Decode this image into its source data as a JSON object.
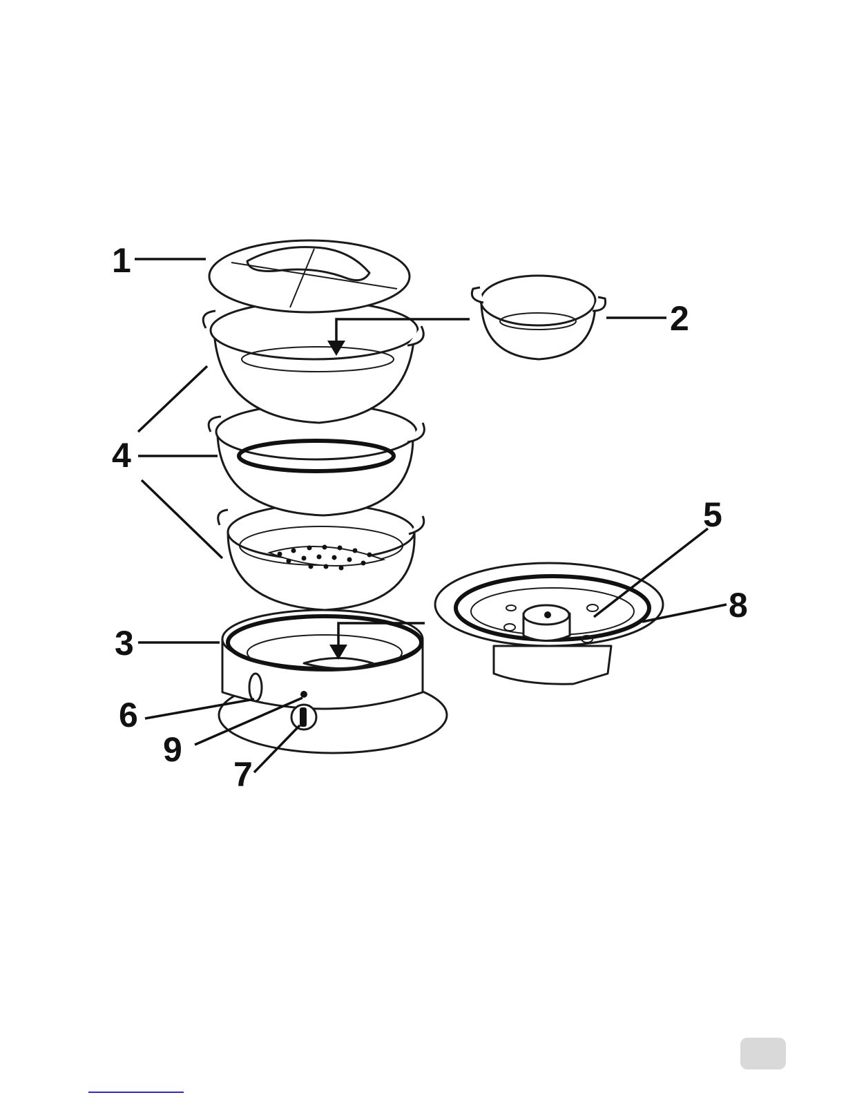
{
  "diagram": {
    "callouts": [
      {
        "id": "1",
        "label": "1"
      },
      {
        "id": "2",
        "label": "2"
      },
      {
        "id": "3",
        "label": "3"
      },
      {
        "id": "4",
        "label": "4"
      },
      {
        "id": "5",
        "label": "5"
      },
      {
        "id": "6",
        "label": "6"
      },
      {
        "id": "7",
        "label": "7"
      },
      {
        "id": "8",
        "label": "8"
      },
      {
        "id": "9",
        "label": "9"
      }
    ]
  },
  "colors": {
    "line": "#1a1a1a",
    "page_badge": "#d9d9d9",
    "footer_link": "#2a2adc"
  }
}
